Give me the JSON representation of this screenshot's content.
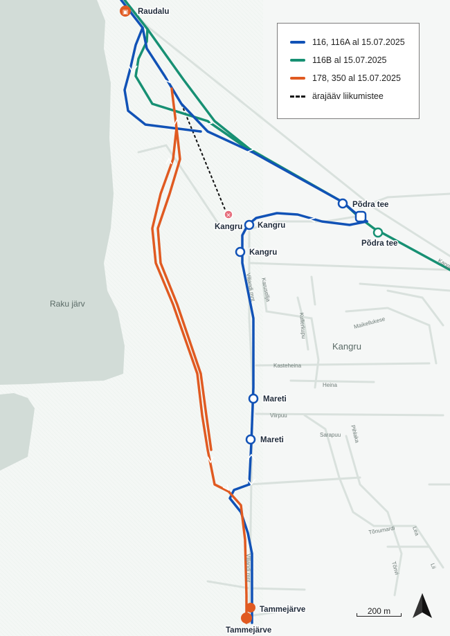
{
  "legend": {
    "items": [
      {
        "label": "116, 116A al 15.07.2025",
        "color": "#1152b6",
        "style": "solid"
      },
      {
        "label": "116B al 15.07.2025",
        "color": "#179073",
        "style": "solid"
      },
      {
        "label": "178, 350 al 15.07.2025",
        "color": "#e05a21",
        "style": "solid"
      },
      {
        "label": "ärajääv liikumistee",
        "color": "#111111",
        "style": "dashed"
      }
    ]
  },
  "stops": {
    "raudalu": "Raudalu",
    "podra_tee_1": "Põdra tee",
    "podra_tee_2": "Põdra tee",
    "kangru_removed": "Kangru",
    "kangru_1": "Kangru",
    "kangru_2": "Kangru",
    "mareti_1": "Mareti",
    "mareti_2": "Mareti",
    "tammejarve_1": "Tammejärve",
    "tammejarve_2": "Tammejärve"
  },
  "places": {
    "lake": "Raku järv",
    "district": "Kangru"
  },
  "streets": {
    "viljandi_1": "Viljandi mnt",
    "viljandi_2": "Viljandi mnt",
    "karusellja": "Karusellja",
    "kullerkupu": "Kullerkupu",
    "maikellukese": "Maikellukese",
    "kasteheina": "Kasteheina",
    "heina": "Heina",
    "viirpuu": "Viirpuu",
    "sarapuu": "Sarapuu",
    "pihlaka": "Pihlaka",
    "tonumardi": "Tõnumardi",
    "lea": "Lea",
    "tonvi": "Tõnvi",
    "li": "Lii",
    "kangru_tee": "Kangru"
  },
  "scale": {
    "label": "200 m"
  },
  "colors": {
    "blue": "#1152b6",
    "green": "#179073",
    "orange": "#e05a21",
    "water": "#d4ddd8",
    "road": "#dfe6e2"
  }
}
